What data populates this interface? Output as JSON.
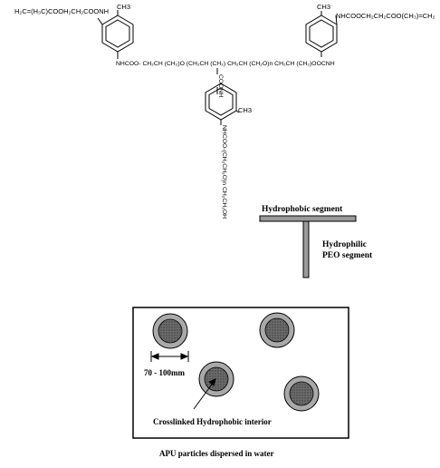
{
  "structure": {
    "left_end_group": "H₂C=(H₃C)COOH₂CH₂COONH",
    "ch3": "CH3",
    "right_end_group": "NHCOOCH₂CH₂COO(CH₃)=CH₂",
    "backbone": "NHCOO- CH₂CH (CH₂)O (CH₂CH (CH₂) CH₂CH (CH₂O)n CH₂CH (CH₂)OOCNH",
    "pendant_link": "COONH",
    "pendant_chain": "NHCOO-(CH₂CH₂O)n CH₂CH₂OH"
  },
  "legend": {
    "hydrophobic": "Hydrophobic segment",
    "hydrophilic_line1": "Hydrophilic",
    "hydrophilic_line2": "PEO segment"
  },
  "particles": {
    "size": "70 - 100mm",
    "interior": "Crosslinked Hydrophobic interior",
    "caption": "APU particles dispersed in water"
  },
  "colors": {
    "particle_shell": "#a9a9a9",
    "particle_core": "#5e5e5e",
    "segment_fill": "#9a9a9a"
  }
}
